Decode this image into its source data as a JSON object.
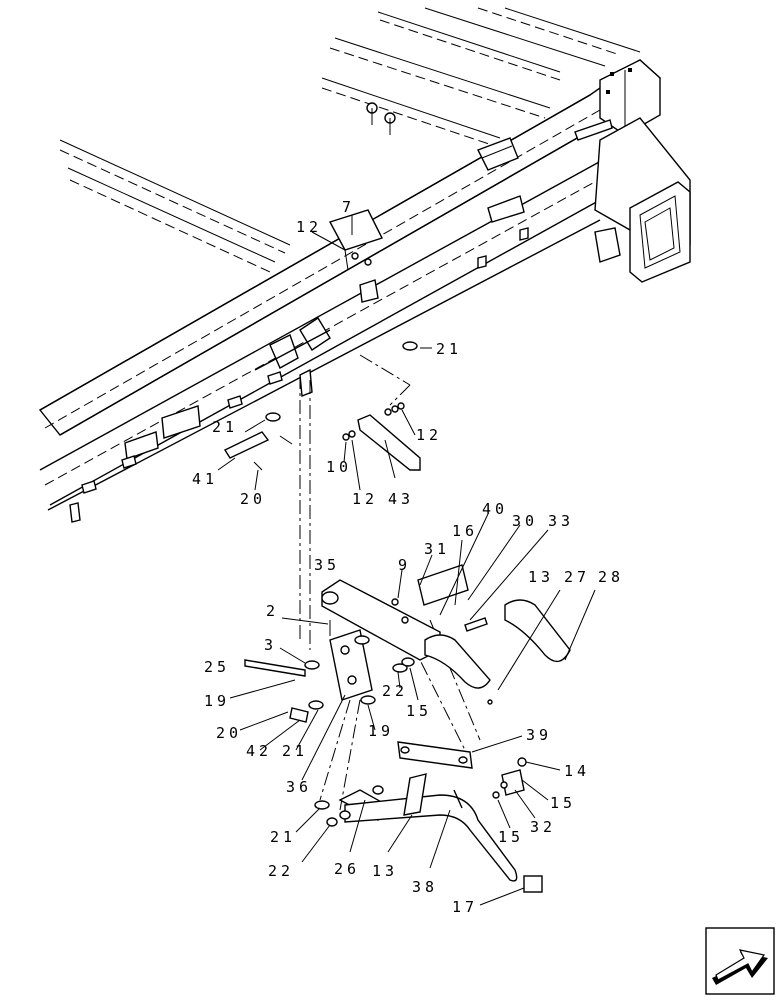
{
  "diagram": {
    "callouts": [
      "7",
      "12",
      "21",
      "21",
      "41",
      "20",
      "10",
      "12",
      "43",
      "12",
      "40",
      "16",
      "30",
      "33",
      "31",
      "35",
      "9",
      "13",
      "27",
      "28",
      "2",
      "3",
      "25",
      "19",
      "22",
      "15",
      "20",
      "42",
      "21",
      "19",
      "36",
      "39",
      "14",
      "15",
      "32",
      "15",
      "21",
      "22",
      "26",
      "13",
      "38",
      "17"
    ]
  },
  "nav": {
    "arrow_icon": "next-page-arrow-icon"
  }
}
